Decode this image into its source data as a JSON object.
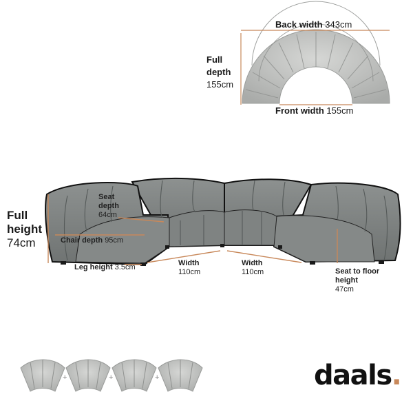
{
  "top_view": {
    "back_width_label": "Back width",
    "back_width_value": "343cm",
    "full_depth_label_1": "Full",
    "full_depth_label_2": "depth",
    "full_depth_value": "155cm",
    "front_width_label": "Front width",
    "front_width_value": "155cm"
  },
  "front_view": {
    "full_height_label_1": "Full",
    "full_height_label_2": "height",
    "full_height_value": "74cm",
    "seat_depth_label_1": "Seat",
    "seat_depth_label_2": "depth",
    "seat_depth_value": "64cm",
    "chair_depth_label": "Chair depth",
    "chair_depth_value": "95cm",
    "leg_height_label": "Leg height",
    "leg_height_value": "3.5cm",
    "width1_label": "Width",
    "width1_value": "110cm",
    "width2_label": "Width",
    "width2_value": "110cm",
    "seat_floor_label_1": "Seat to floor",
    "seat_floor_label_2": "height",
    "seat_floor_value": "47cm"
  },
  "modules": {
    "plus": "+"
  },
  "brand": {
    "name": "daals",
    "dot": "."
  },
  "colors": {
    "accent": "#c8885a",
    "fabric": "#b8bab8",
    "fabric_dark": "#8f9290",
    "outline": "#1a1a1a"
  }
}
